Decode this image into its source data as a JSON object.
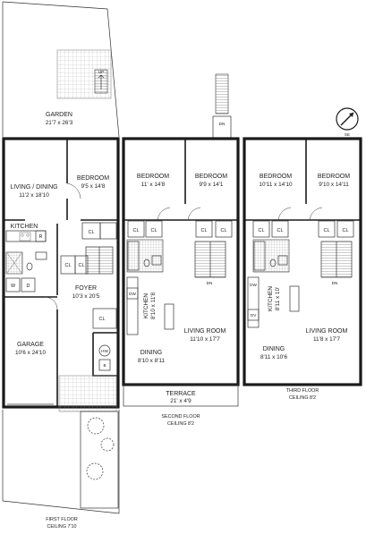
{
  "floors": {
    "first": {
      "title": "FIRST FLOOR",
      "ceiling": "CEILING 7'10",
      "rooms": {
        "garden": {
          "name": "GARDEN",
          "dims": "21'7 x 26'3"
        },
        "living_dining": {
          "name": "LIVING / DINING",
          "dims": "11'2 x 18'10"
        },
        "bedroom": {
          "name": "BEDROOM",
          "dims": "9'5 x 14'8"
        },
        "kitchen": {
          "name": "KITCHEN"
        },
        "foyer": {
          "name": "FOYER",
          "dims": "10'3 x 20'5"
        },
        "garage": {
          "name": "GARAGE",
          "dims": "10'6 x 24'10"
        }
      },
      "fixtures": {
        "refrigerator": "R",
        "washer": "W",
        "dryer": "D",
        "closet": "CL",
        "hot_water": "HW",
        "boiler": "B",
        "stairs_up": "UP"
      }
    },
    "second": {
      "title": "SECOND FLOOR",
      "ceiling": "CEILING 8'2",
      "rooms": {
        "bedroom_left": {
          "name": "BEDROOM",
          "dims": "11' x 14'8"
        },
        "bedroom_right": {
          "name": "BEDROOM",
          "dims": "9'9 x 14'1"
        },
        "kitchen": {
          "name": "KITCHEN",
          "dims": "8'10 x 11'8"
        },
        "living_room": {
          "name": "LIVING ROOM",
          "dims": "11'10 x 17'7"
        },
        "dining": {
          "name": "DINING",
          "dims": "8'10 x 8'11"
        },
        "terrace": {
          "name": "TERRACE",
          "dims": "21' x 4'9"
        }
      },
      "fixtures": {
        "closet": "CL",
        "dishwasher": "DW",
        "stairs_down": "DN"
      }
    },
    "third": {
      "title": "THIRD FLOOR",
      "ceiling": "CEILING 8'2",
      "rooms": {
        "bedroom_left": {
          "name": "BEDROOM",
          "dims": "10'11 x 14'10"
        },
        "bedroom_right": {
          "name": "BEDROOM",
          "dims": "9'10 x 14'11"
        },
        "kitchen": {
          "name": "KITCHEN",
          "dims": "8'11 x 10'"
        },
        "living_room": {
          "name": "LIVING ROOM",
          "dims": "11'8 x 17'7"
        },
        "dining": {
          "name": "DINING",
          "dims": "8'11 x 10'6"
        }
      },
      "fixtures": {
        "closet": "CL",
        "dishwasher": "DW",
        "oven": "OV",
        "stairs_down": "DN"
      }
    }
  },
  "roof_stair": {
    "label": "DN"
  },
  "compass": {
    "label": "SE",
    "icon": "compass-rose-icon"
  },
  "colors": {
    "wall": "#1a1a1a",
    "text": "#222222",
    "tile": "#b0b0b0",
    "background": "#ffffff"
  }
}
